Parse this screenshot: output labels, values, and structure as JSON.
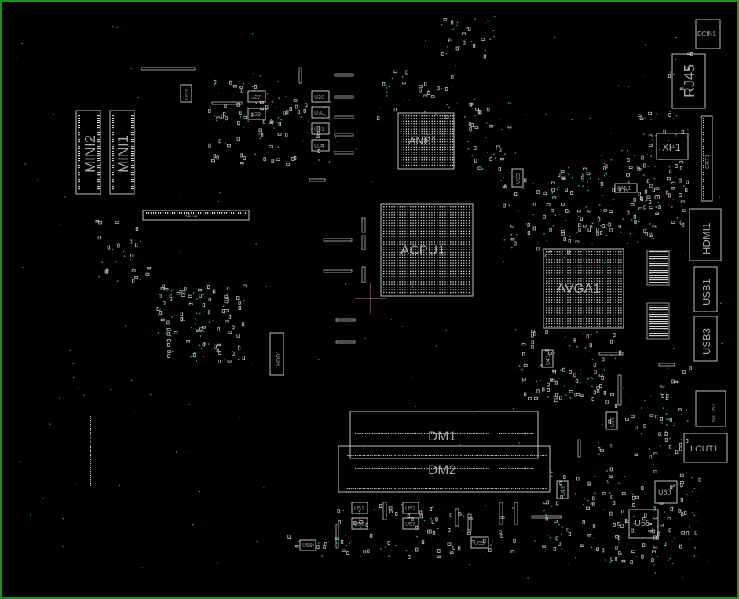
{
  "colors": {
    "background": "#000000",
    "border": "#1f8f1f",
    "outline": "#bfbfbf",
    "text": "#a8a8a8",
    "pin": "#d0d0d0",
    "via": "#2aa8a8",
    "marker": "#c08080"
  },
  "labels": {
    "dcin": "DCIN1",
    "rj45": "RJ45",
    "xf1": "XF1",
    "crt": "CRT1",
    "hdmi": "HDMI1",
    "usb1": "USB1",
    "usb3": "USB3",
    "micin": "MICIN1",
    "lout": "LOUT1",
    "mini2": "MINI2",
    "mini1": "MINI1",
    "sata": "SATA1",
    "anb": "ANB1",
    "acpu": "ACPU1",
    "avga": "AVGA1",
    "hdd": "HDD1",
    "dm1": "DM1",
    "dm2": "DM2",
    "fan": "FAN1",
    "u27": "U27",
    "u29": "U29",
    "u28": "U28",
    "u30": "U30",
    "u31": "U31",
    "u34": "U34",
    "u33": "U33",
    "u53": "U53",
    "u46": "U46",
    "u41": "U41",
    "u60": "U60",
    "u55": "U55",
    "u51": "U51",
    "u56": "U56",
    "u52": "U52",
    "u57": "U57",
    "u58": "U58",
    "u59": "U59",
    "u49": "U49"
  }
}
